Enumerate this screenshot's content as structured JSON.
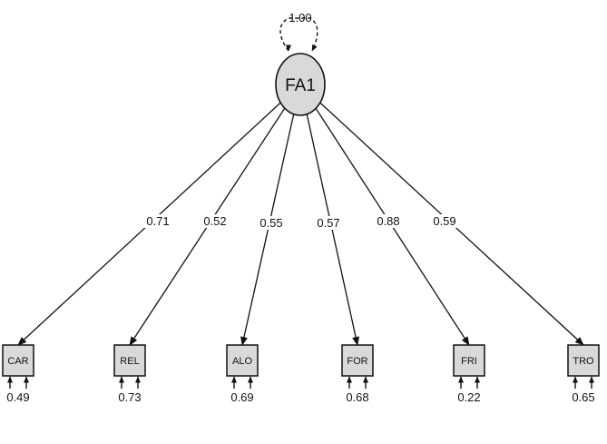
{
  "diagram": {
    "factor": {
      "label": "FA1",
      "variance": "1.00"
    },
    "indicators": [
      {
        "label": "CAR",
        "loading": "0.71",
        "residual": "0.49"
      },
      {
        "label": "REL",
        "loading": "0.52",
        "residual": "0.73"
      },
      {
        "label": "ALO",
        "loading": "0.55",
        "residual": "0.69"
      },
      {
        "label": "FOR",
        "loading": "0.57",
        "residual": "0.68"
      },
      {
        "label": "FRI",
        "loading": "0.88",
        "residual": "0.22"
      },
      {
        "label": "TRO",
        "loading": "0.59",
        "residual": "0.65"
      }
    ],
    "colors": {
      "node_fill": "#d9d9d9",
      "stroke": "#111111"
    }
  }
}
